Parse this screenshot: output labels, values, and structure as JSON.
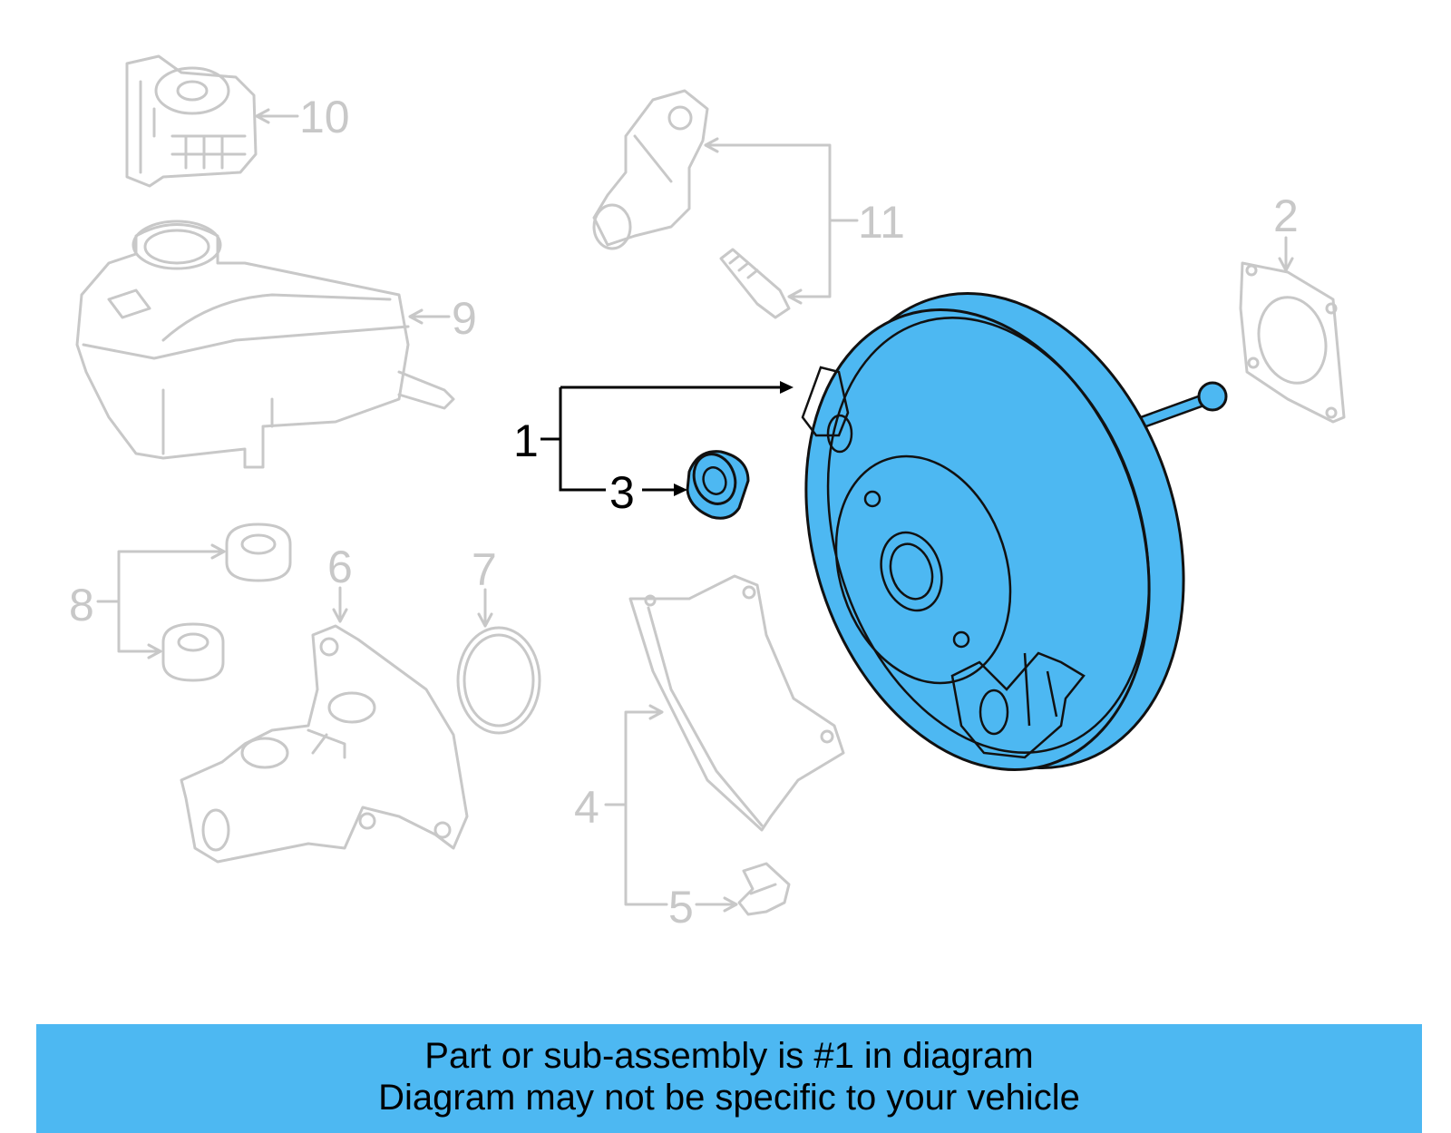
{
  "callouts": {
    "c1": "1",
    "c2": "2",
    "c3": "3",
    "c4": "4",
    "c5": "5",
    "c6": "6",
    "c7": "7",
    "c8": "8",
    "c9": "9",
    "c10": "10",
    "c11": "11"
  },
  "banner": {
    "line1": "Part or sub-assembly is #1 in diagram",
    "line2": "Diagram may not be specific to your vehicle"
  },
  "colors": {
    "highlight": "#4db8f2",
    "faded": "#c8c8c8"
  }
}
